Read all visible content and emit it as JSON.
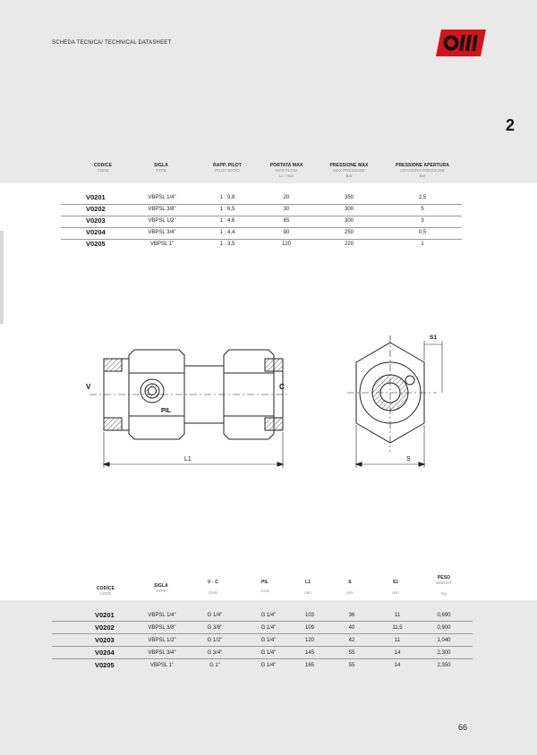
{
  "header": {
    "label": "SCHEDA TECNICA/ TECHNICAL DATASHEET",
    "chapter": "2"
  },
  "logo": {
    "name": "brand-logo",
    "color": "#d3141c"
  },
  "table1": {
    "headers": [
      {
        "label": "CODICE",
        "sub": "CODE",
        "sub2": ""
      },
      {
        "label": "SIGLA",
        "sub": "TYPE",
        "sub2": ""
      },
      {
        "label": "RAPP. PILOT",
        "sub": "PILOT RATIO",
        "sub2": ""
      },
      {
        "label": "PORTATA MAX",
        "sub": "MAX FLOW",
        "sub2": "Lt. / min"
      },
      {
        "label": "PRESSIONE MAX",
        "sub": "MAX PRESSURE",
        "sub2": "Bar"
      },
      {
        "label": "PRESSIONE APERTURA",
        "sub": "CRACKING PRESSURE",
        "sub2": "Bar"
      }
    ],
    "rows": [
      {
        "code": "V0201",
        "type": "VBPSL 1/4\"",
        "ratio": "1 : 9,8",
        "flow": "20",
        "pmax": "350",
        "crack": "2,5"
      },
      {
        "code": "V0202",
        "type": "VBPSL 3/8\"",
        "ratio": "1 : 6,5",
        "flow": "30",
        "pmax": "300",
        "crack": "5"
      },
      {
        "code": "V0203",
        "type": "VBPSL 1/2\"",
        "ratio": "1 : 4,6",
        "flow": "65",
        "pmax": "300",
        "crack": "3"
      },
      {
        "code": "V0204",
        "type": "VBPSL 3/4\"",
        "ratio": "1 : 4,4",
        "flow": "80",
        "pmax": "250",
        "crack": "0,5"
      },
      {
        "code": "V0205",
        "type": "VBPSL 1\"",
        "ratio": "1 : 3,5",
        "flow": "120",
        "pmax": "220",
        "crack": "1"
      }
    ]
  },
  "drawing": {
    "v": "V",
    "c": "C",
    "pil": "PIL",
    "l1": "L1",
    "s": "S",
    "s1": "S1"
  },
  "table2": {
    "headers": [
      {
        "label": "CODICE",
        "sub": "CODE"
      },
      {
        "label": "SIGLA",
        "sub": "TYPE"
      },
      {
        "label": "V - C",
        "sub": "GAS"
      },
      {
        "label": "PIL",
        "sub": "GAS"
      },
      {
        "label": "L1",
        "sub": "mm"
      },
      {
        "label": "S",
        "sub": "mm"
      },
      {
        "label": "S1",
        "sub": "mm"
      },
      {
        "label": "PESO",
        "sub": "WEIGHT",
        "sub2": "Kg"
      }
    ],
    "rows": [
      {
        "code": "V0201",
        "type": "VBPSL 1/4\"",
        "vc": "G 1/4\"",
        "pil": "G 1/4\"",
        "l1": "103",
        "s": "36",
        "s1": "11",
        "weight": "0,690"
      },
      {
        "code": "V0202",
        "type": "VBPSL 3/8\"",
        "vc": "G 3/8\"",
        "pil": "G 1/4\"",
        "l1": "109",
        "s": "40",
        "s1": "11,5",
        "weight": "0,900"
      },
      {
        "code": "V0203",
        "type": "VBPSL 1/2\"",
        "vc": "G 1/2\"",
        "pil": "G 1/4\"",
        "l1": "120",
        "s": "42",
        "s1": "11",
        "weight": "1,040"
      },
      {
        "code": "V0204",
        "type": "VBPSL 3/4\"",
        "vc": "G 3/4\"",
        "pil": "G 1/4\"",
        "l1": "145",
        "s": "55",
        "s1": "14",
        "weight": "2,300"
      },
      {
        "code": "V0205",
        "type": "VBPSL 1\"",
        "vc": "G 1\"",
        "pil": "G 1/4\"",
        "l1": "165",
        "s": "55",
        "s1": "14",
        "weight": "2,350"
      }
    ]
  },
  "footer": {
    "page": "66"
  }
}
